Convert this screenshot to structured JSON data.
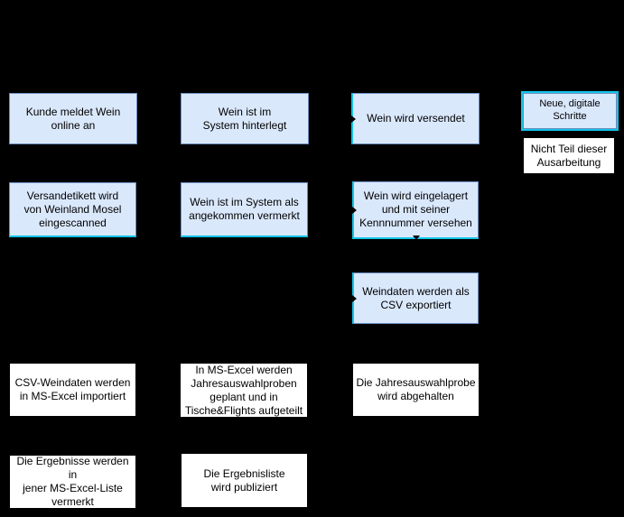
{
  "colors": {
    "background": "#000000",
    "digital_step_fill": "#dae8fc",
    "digital_step_border": "#6c8ebf",
    "highlight_cyan": "#12c4e6",
    "manual_step_fill": "#ffffff",
    "text": "#000000"
  },
  "diagram": {
    "nodes": [
      {
        "id": "online-anmeldung",
        "type": "digital-step",
        "label": "Kunde meldet Wein\nonline an"
      },
      {
        "id": "system-hinterlegt",
        "type": "digital-step",
        "label": "Wein ist im\nSystem hinterlegt"
      },
      {
        "id": "versendet",
        "type": "digital-step",
        "label": "Wein wird versendet"
      },
      {
        "id": "etikett-eingescanned",
        "type": "digital-step",
        "label": "Versandetikett wird\nvon Weinland Mosel\neingescanned"
      },
      {
        "id": "angekommen-vermerkt",
        "type": "digital-step",
        "label": "Wein ist im System als\nangekommen vermerkt"
      },
      {
        "id": "eingelagert",
        "type": "digital-step",
        "label": "Wein wird eingelagert\nund mit seiner\nKennnummer versehen"
      },
      {
        "id": "csv-export",
        "type": "digital-step",
        "label": "Weindaten werden als\nCSV exportiert"
      },
      {
        "id": "csv-import",
        "type": "manual-step",
        "label": "CSV-Weindaten werden\nin MS-Excel importiert"
      },
      {
        "id": "excel-planung",
        "type": "manual-step",
        "label": "In MS-Excel werden\nJahresauswahlproben\ngeplant und in\nTische&Flights aufgeteilt"
      },
      {
        "id": "probe-abgehalten",
        "type": "manual-step",
        "label": "Die Jahresauswahlprobe\nwird abgehalten"
      },
      {
        "id": "ergebnisse-vermerkt",
        "type": "manual-step",
        "label": "Die Ergebnisse werden in\njener MS-Excel-Liste\nvermerkt"
      },
      {
        "id": "liste-publiziert",
        "type": "manual-step",
        "label": "Die Ergebnisliste\nwird publiziert"
      }
    ],
    "legend": {
      "digital_label": "Neue, digitale Schritte",
      "excluded_label": "Nicht Teil dieser\nAusarbeitung"
    }
  }
}
